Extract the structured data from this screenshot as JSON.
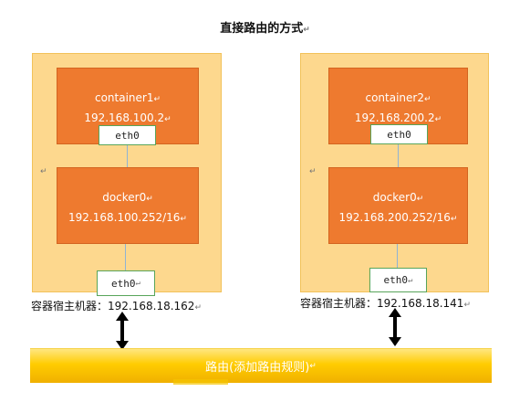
{
  "title": "直接路由的方式",
  "return_mark": "↵",
  "hosts": [
    {
      "container_name": "container1",
      "container_ip": "192.168.100.2",
      "container_iface": "eth0",
      "bridge_name": "docker0",
      "bridge_ip": "192.168.100.252/16",
      "host_iface": "eth0",
      "host_label": "容器宿主机器：",
      "host_ip": "192.168.18.162"
    },
    {
      "container_name": "container2",
      "container_ip": "192.168.200.2",
      "container_iface": "eth0",
      "bridge_name": "docker0",
      "bridge_ip": "192.168.200.252/16",
      "host_iface": "eth0",
      "host_label": "容器宿主机器：",
      "host_ip": "192.168.18.141"
    }
  ],
  "router_label": "路由(添加路由规则)",
  "colors": {
    "host_bg": "#fdd88e",
    "box_orange": "#ee7a2f",
    "router_yellow": "#ffcc00",
    "iface_border": "#58a55a"
  }
}
